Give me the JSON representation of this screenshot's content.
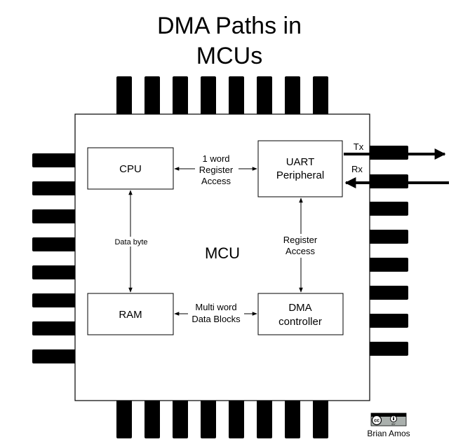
{
  "title": [
    "DMA Paths in",
    "MCUs"
  ],
  "chip_label": "MCU",
  "blocks": {
    "cpu": "CPU",
    "ram": "RAM",
    "uart": [
      "UART",
      "Peripheral"
    ],
    "dma": [
      "DMA",
      "controller"
    ]
  },
  "edges": {
    "cpu_uart": [
      "1 word",
      "Register",
      "Access"
    ],
    "cpu_ram": "Data byte",
    "uart_dma": [
      "Register",
      "Access"
    ],
    "ram_dma": [
      "Multi word",
      "Data Blocks"
    ]
  },
  "pins": {
    "tx": "Tx",
    "rx": "Rx"
  },
  "credit": {
    "author": "Brian Amos",
    "license_badge": [
      "cc",
      "BY"
    ]
  }
}
